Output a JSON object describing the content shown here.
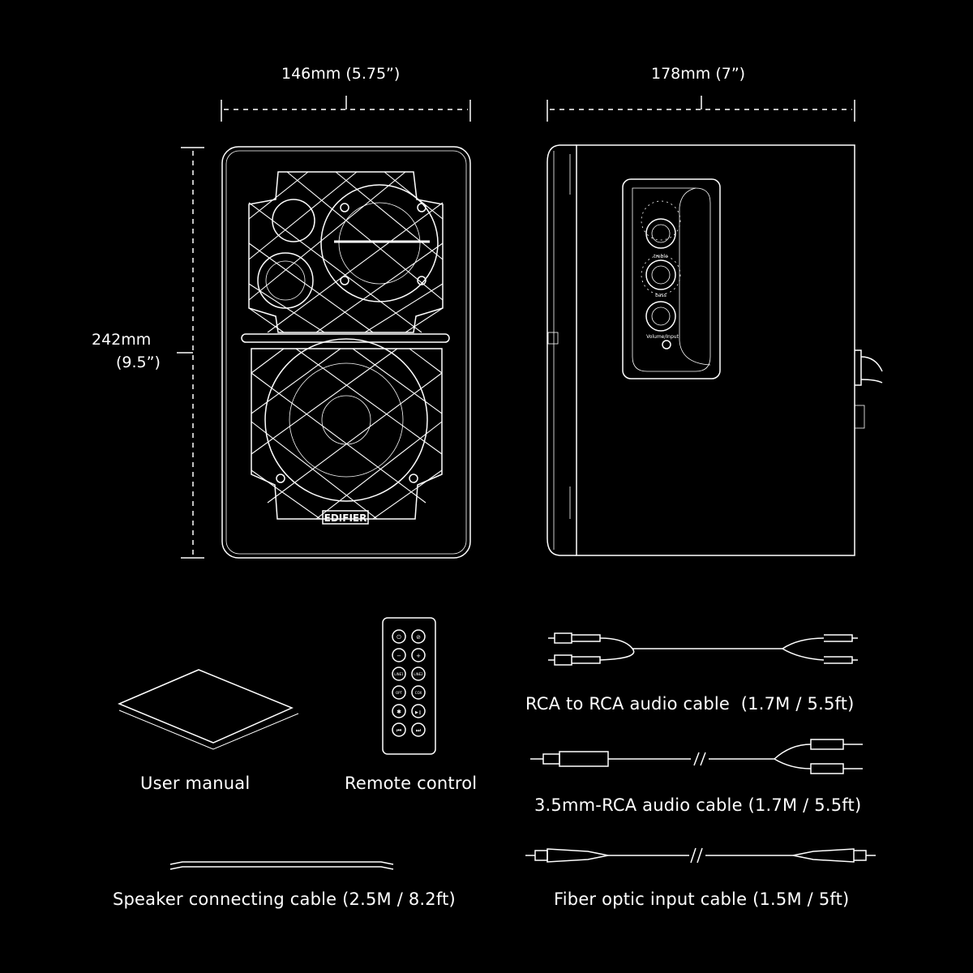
{
  "dimensions": {
    "width": "146mm (5.75”)",
    "depth": "178mm (7”)",
    "height_mm": "242mm",
    "height_in": "(9.5”)"
  },
  "speaker": {
    "brand": "EDIFIER",
    "knob_labels": [
      "treble",
      "bass",
      "Volume/Input"
    ]
  },
  "accessories": {
    "user_manual": "User manual",
    "remote_control": "Remote control",
    "rca_cable": "RCA to RCA audio cable  (1.7M / 5.5ft)",
    "aux_cable": "3.5mm-RCA audio cable (1.7M / 5.5ft)",
    "speaker_cable": "Speaker connecting cable (2.5M / 8.2ft)",
    "optical_cable": "Fiber optic input cable (1.5M / 5ft)"
  },
  "remote": {
    "buttons": [
      "⏻",
      "⊘",
      "−",
      "+",
      "LINE1",
      "LINE2",
      "OPT",
      "COX",
      "✱",
      "▶❙",
      "⏮",
      "⏭"
    ]
  },
  "colors": {
    "background": "#000000",
    "line": "#ffffff"
  }
}
